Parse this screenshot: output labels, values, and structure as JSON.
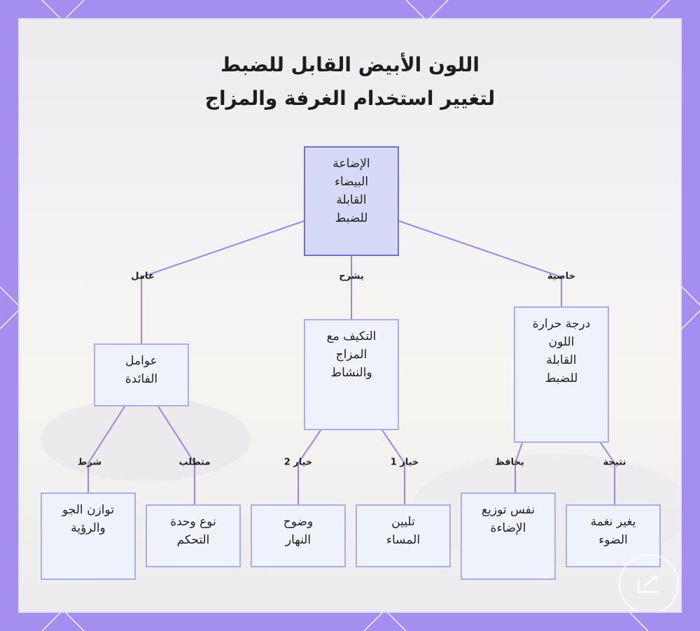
{
  "title": {
    "line1": "اللون الأبيض القابل للضبط",
    "line2": "لتغيير استخدام الغرفة والمزاج"
  },
  "nodes": {
    "root": "الإضاعة\nالبيضاء\nالقابلة\nللضبط",
    "factors": "عوامل\nالفائدة",
    "adapt": "التكيف مع\nالمزاج\nوالنشاط",
    "temp": "درجة حرارة\nاللون\nالقابلة\nللضبط",
    "balance": "توازن الجو\nوالرؤية",
    "control": "نوع وحدة\nالتحكم",
    "day": "وضوح\nالنهار",
    "evening": "تليين\nالمساء",
    "distribution": "نفس توزيع\nالإضاءة",
    "tone": "يغير نغمة\nالضوء"
  },
  "edge_labels": {
    "factor": "عامل",
    "explains": "يشرح",
    "property": "خاصية",
    "condition": "شرط",
    "requirement": "متطلب",
    "option2": "خيار 2",
    "option1": "خيار 1",
    "maintains": "يحافظ",
    "result": "نتيجة"
  },
  "colors": {
    "frame": "#a48ef0",
    "edge": "#9b88e6",
    "node_fill": "#eff1fb",
    "node_border": "#a9aee6",
    "root_fill": "#d6daf6",
    "root_border": "#6d73c7"
  }
}
